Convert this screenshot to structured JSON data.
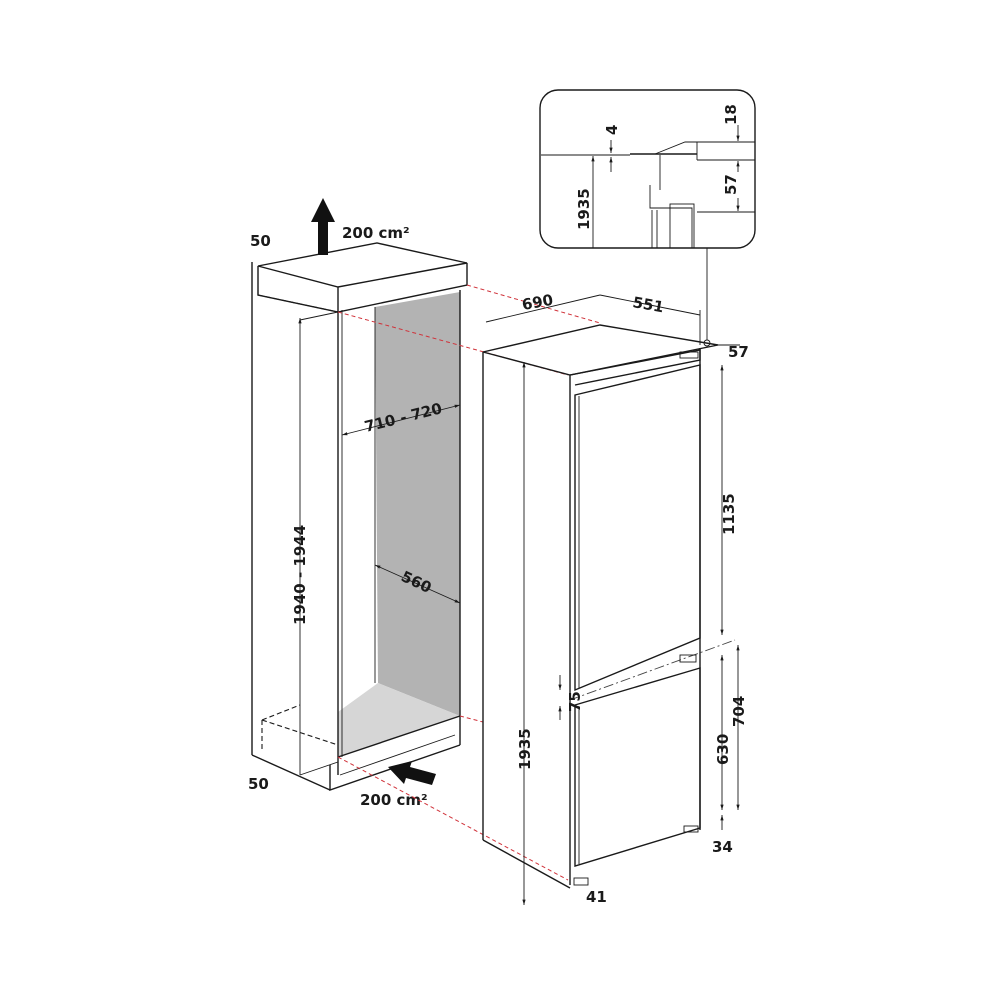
{
  "colors": {
    "line": "#1a1a1a",
    "red_guides": "#d0323a",
    "back_panel": "#b3b3b3",
    "floor": "#d6d6d6"
  },
  "detail": {
    "d_4": "4",
    "d_18": "18",
    "d_1935": "1935",
    "d_57": "57"
  },
  "cabinet": {
    "top_gap": "50",
    "top_vent": "200 cm²",
    "height": "1940 - 1944",
    "width": "710 - 720",
    "depth": "560",
    "bottom_gap": "50",
    "bottom_vent": "200 cm²"
  },
  "appliance": {
    "depth": "690",
    "width": "551",
    "top_gap": "57",
    "upper_door": "1135",
    "door_gap": "75",
    "lower_section": "704",
    "lower_door": "630",
    "height": "1935",
    "foot": "34",
    "side_offset": "41"
  },
  "icons": {
    "vent_out": "arrow-up-icon",
    "vent_in": "arrow-diagonal-icon"
  }
}
